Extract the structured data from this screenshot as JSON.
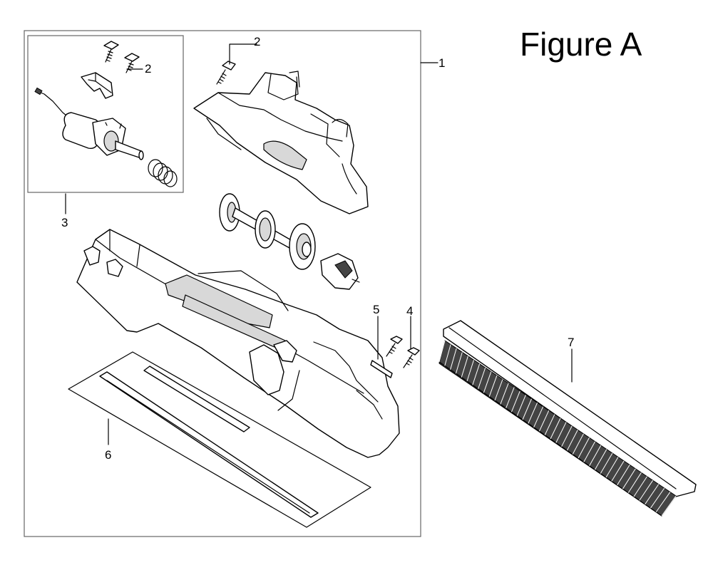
{
  "figure": {
    "title": "Figure A"
  },
  "callouts": [
    {
      "id": "1",
      "label": "1"
    },
    {
      "id": "2a",
      "label": "2"
    },
    {
      "id": "2b",
      "label": "2"
    },
    {
      "id": "3",
      "label": "3"
    },
    {
      "id": "4",
      "label": "4"
    },
    {
      "id": "5",
      "label": "5"
    },
    {
      "id": "6",
      "label": "6"
    },
    {
      "id": "7",
      "label": "7"
    }
  ],
  "colors": {
    "line": "#000000",
    "background": "#ffffff",
    "shade": "#d8d8d8",
    "filter-pleat": "#444444"
  }
}
